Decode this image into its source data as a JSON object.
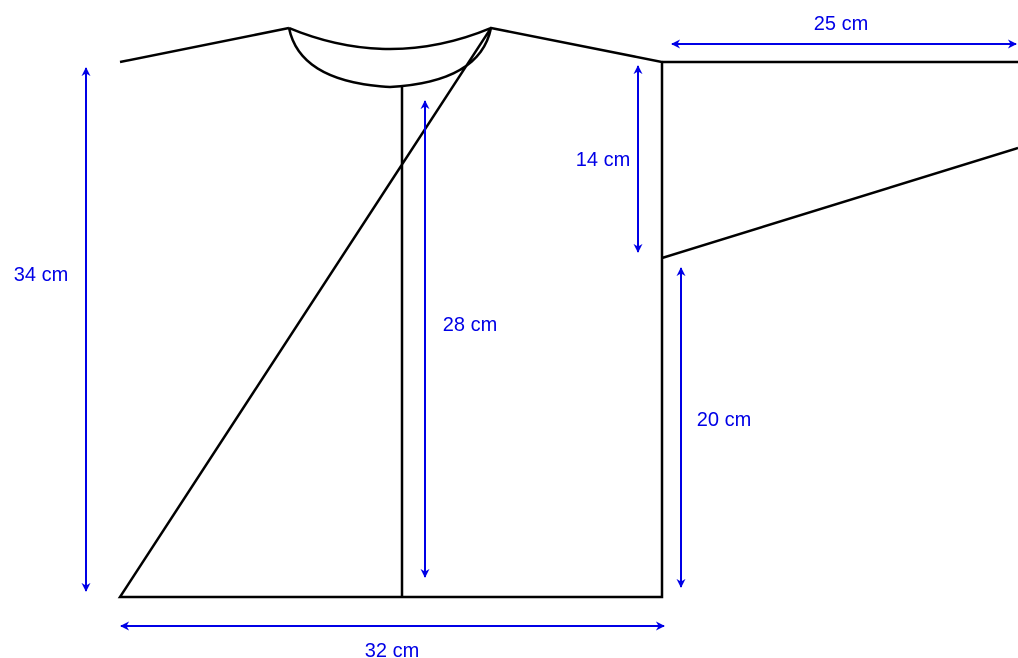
{
  "colors": {
    "outline": "#000000",
    "dimension": "#0000e6",
    "background": "#ffffff"
  },
  "dimensions": {
    "sleeve_length": "25 cm",
    "armhole_depth": "14 cm",
    "body_length": "34 cm",
    "front_opening": "28 cm",
    "side_seam": "20 cm",
    "body_width": "32 cm"
  }
}
